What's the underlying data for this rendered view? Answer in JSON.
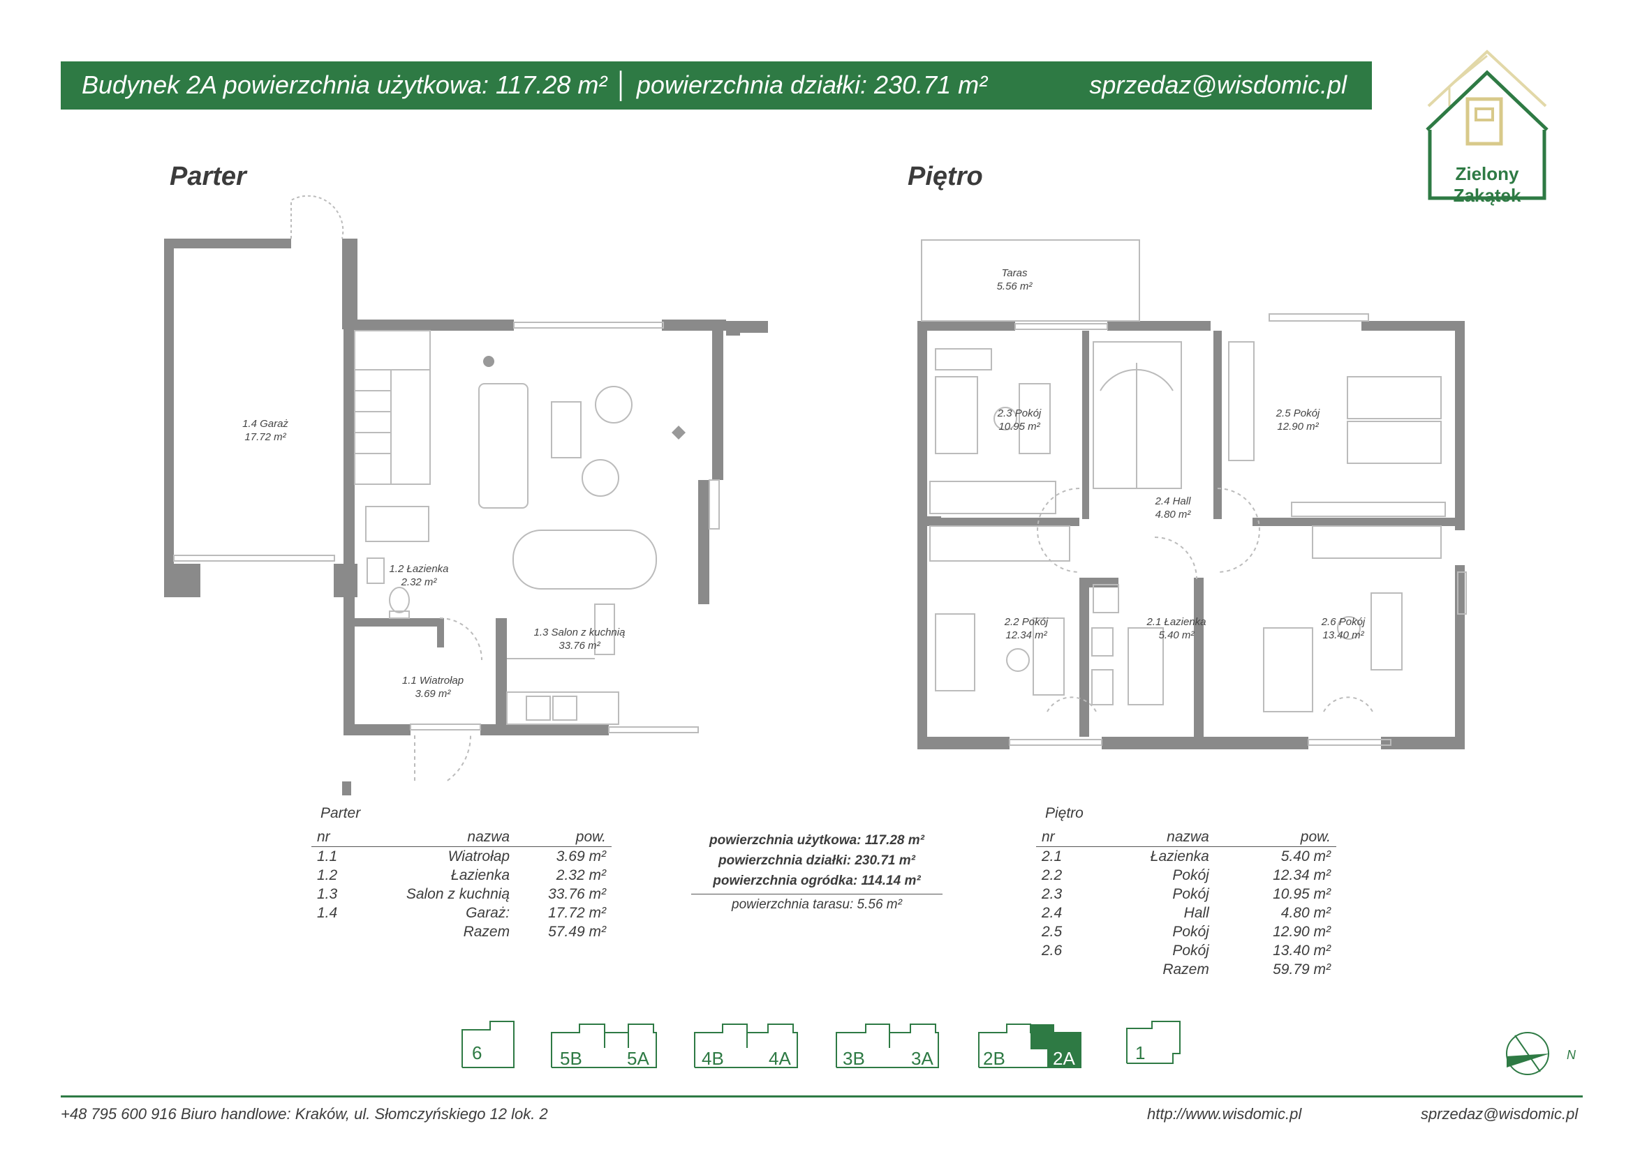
{
  "header": {
    "left": "Budynek 2A powierzchnia użytkowa: 117.28 m² │ powierzchnia działki: 230.71 m²",
    "email": "sprzedaz@wisdomic.pl"
  },
  "logo": {
    "name": "Zielony Zakątek"
  },
  "plans": {
    "ground_title": "Parter",
    "upper_title": "Piętro",
    "ground_labels": {
      "garage": [
        "1.4 Garaż",
        "17.72 m²"
      ],
      "bath": [
        "1.2 Łazienka",
        "2.32 m²"
      ],
      "salon": [
        "1.3 Salon z kuchnią",
        "33.76 m²"
      ],
      "hall": [
        "1.1 Wiatrołap",
        "3.69 m²"
      ]
    },
    "upper_labels": {
      "terrace": [
        "Taras",
        "5.56 m²"
      ],
      "room23": [
        "2.3 Pokój",
        "10.95 m²"
      ],
      "room25": [
        "2.5 Pokój",
        "12.90 m²"
      ],
      "hall24": [
        "2.4 Hall",
        "4.80 m²"
      ],
      "room22": [
        "2.2 Pokój",
        "12.34 m²"
      ],
      "bath21": [
        "2.1 Łazienka",
        "5.40 m²"
      ],
      "room26": [
        "2.6 Pokój",
        "13.40 m²"
      ]
    }
  },
  "ground_table": {
    "title": "Parter",
    "headers": [
      "nr",
      "nazwa",
      "pow."
    ],
    "rows": [
      [
        "1.1",
        "Wiatrołap",
        "3.69 m²"
      ],
      [
        "1.2",
        "Łazienka",
        "2.32 m²"
      ],
      [
        "1.3",
        "Salon z kuchnią",
        "33.76 m²"
      ],
      [
        "1.4",
        "Garaż:",
        "17.72 m²"
      ]
    ],
    "total": [
      "",
      "Razem",
      "57.49 m²"
    ]
  },
  "summary": {
    "usable": "powierzchnia użytkowa: 117.28 m²",
    "plot": "powierzchnia działki: 230.71 m²",
    "garden": "powierzchnia ogródka: 114.14 m²",
    "terrace": "powierzchnia tarasu: 5.56 m²"
  },
  "upper_table": {
    "title": "Piętro",
    "headers": [
      "nr",
      "nazwa",
      "pow."
    ],
    "rows": [
      [
        "2.1",
        "Łazienka",
        "5.40  m²"
      ],
      [
        "2.2",
        "Pokój",
        "12.34 m²"
      ],
      [
        "2.3",
        "Pokój",
        "10.95 m²"
      ],
      [
        "2.4",
        "Hall",
        "4.80 m²"
      ],
      [
        "2.5",
        "Pokój",
        "12.90 m²"
      ],
      [
        "2.6",
        "Pokój",
        "13.40 m²"
      ]
    ],
    "total": [
      "",
      "Razem",
      "59.79 m²"
    ]
  },
  "building_selector": {
    "b6": [
      "6"
    ],
    "b5": [
      "5B",
      "5A"
    ],
    "b4": [
      "4B",
      "4A"
    ],
    "b3": [
      "3B",
      "3A"
    ],
    "b2": [
      "2B",
      "2A"
    ],
    "b1": [
      "1"
    ],
    "active": "2A"
  },
  "compass": {
    "letter": "N"
  },
  "footer": {
    "contact": "+48 795 600 916 Biuro handlowe: Kraków, ul. Słomczyńskiego 12 lok. 2",
    "website": "http://www.wisdomic.pl",
    "email": "sprzedaz@wisdomic.pl"
  },
  "colors": {
    "brand_green": "#2e7a44",
    "wall_gray": "#8a8a8a",
    "logo_gold": "#d8c98a"
  }
}
